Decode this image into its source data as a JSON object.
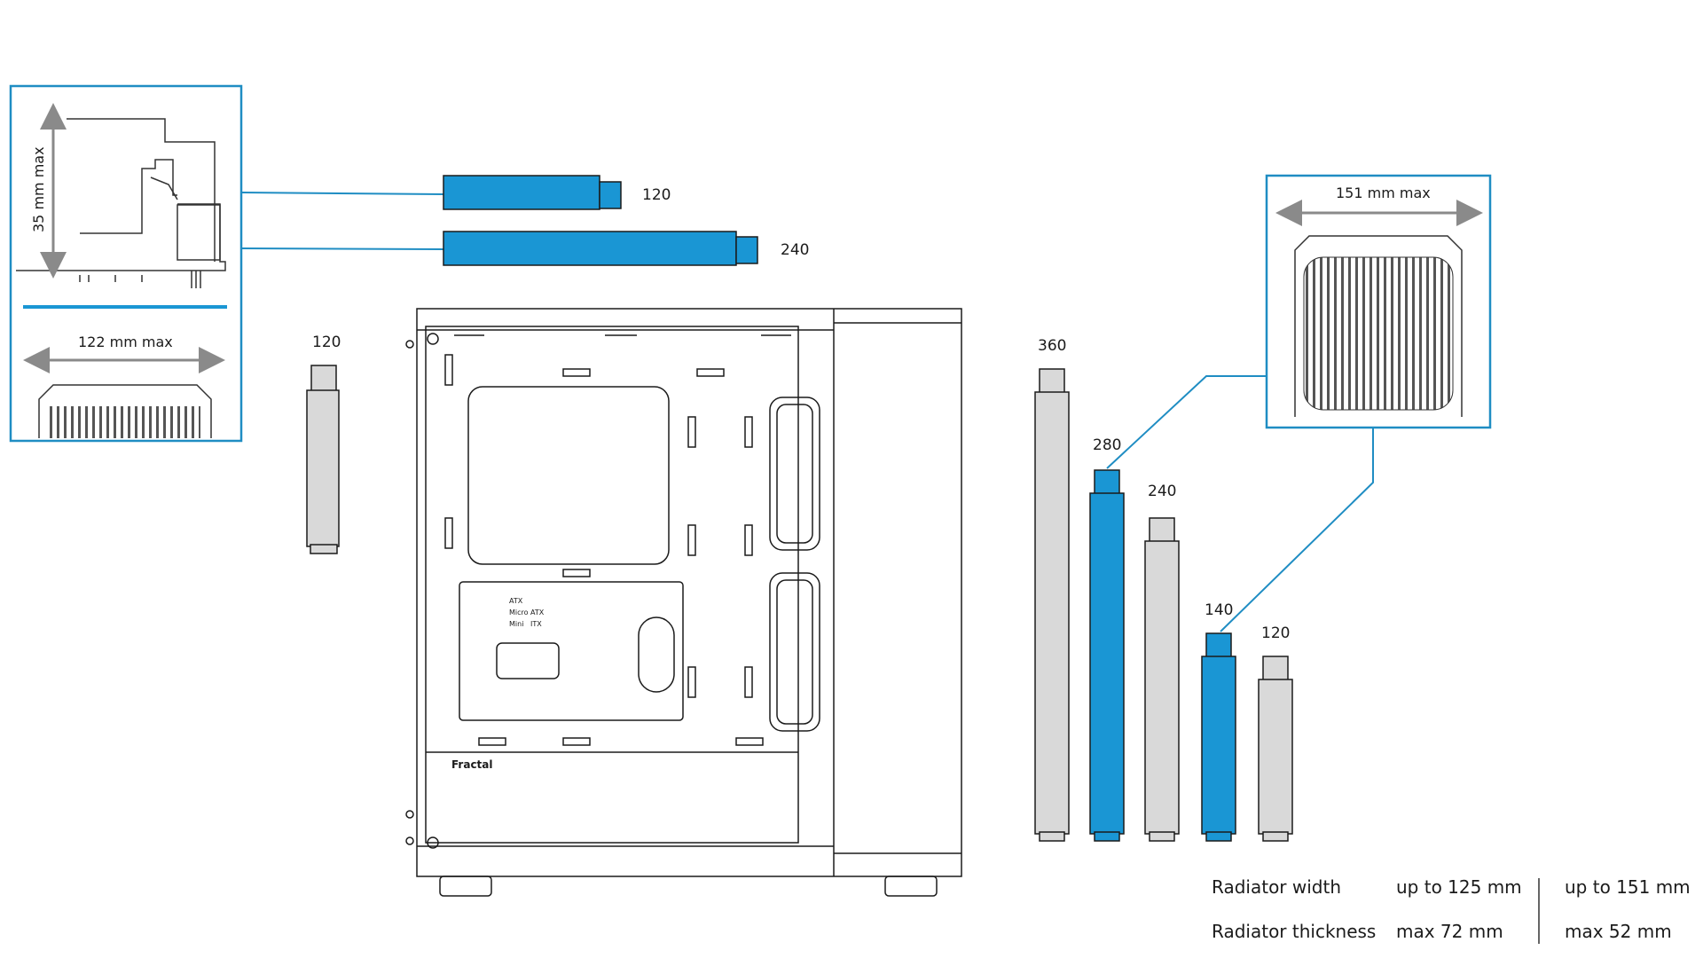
{
  "labels": {
    "top_rad_120": "120",
    "top_rad_240": "240",
    "rear_rad_120": "120",
    "front_360": "360",
    "front_280": "280",
    "front_240": "240",
    "front_140": "140",
    "front_120": "120"
  },
  "inset_top": {
    "height_label": "35 mm max",
    "width_label": "122 mm max"
  },
  "inset_front": {
    "width_label": "151 mm max"
  },
  "specs": {
    "row1_label": "Radiator width",
    "row2_label": "Radiator thickness",
    "col1_row1": "up to 125 mm",
    "col1_row2": "max 72 mm",
    "col2_row1": "up to 151 mm",
    "col2_row2": "max 52 mm"
  },
  "case_marks": {
    "logo": "Fractal",
    "mb_atx": "ATX",
    "mb_micro": "Micro",
    "mb_mini": "Mini",
    "mb_atx2": "ATX",
    "mb_itx": "ITX"
  },
  "colors": {
    "accent_blue": "#1a96d4",
    "frame_blue": "#1f8dc3",
    "radiator_grey": "#d9d9d9",
    "line": "#333333"
  }
}
